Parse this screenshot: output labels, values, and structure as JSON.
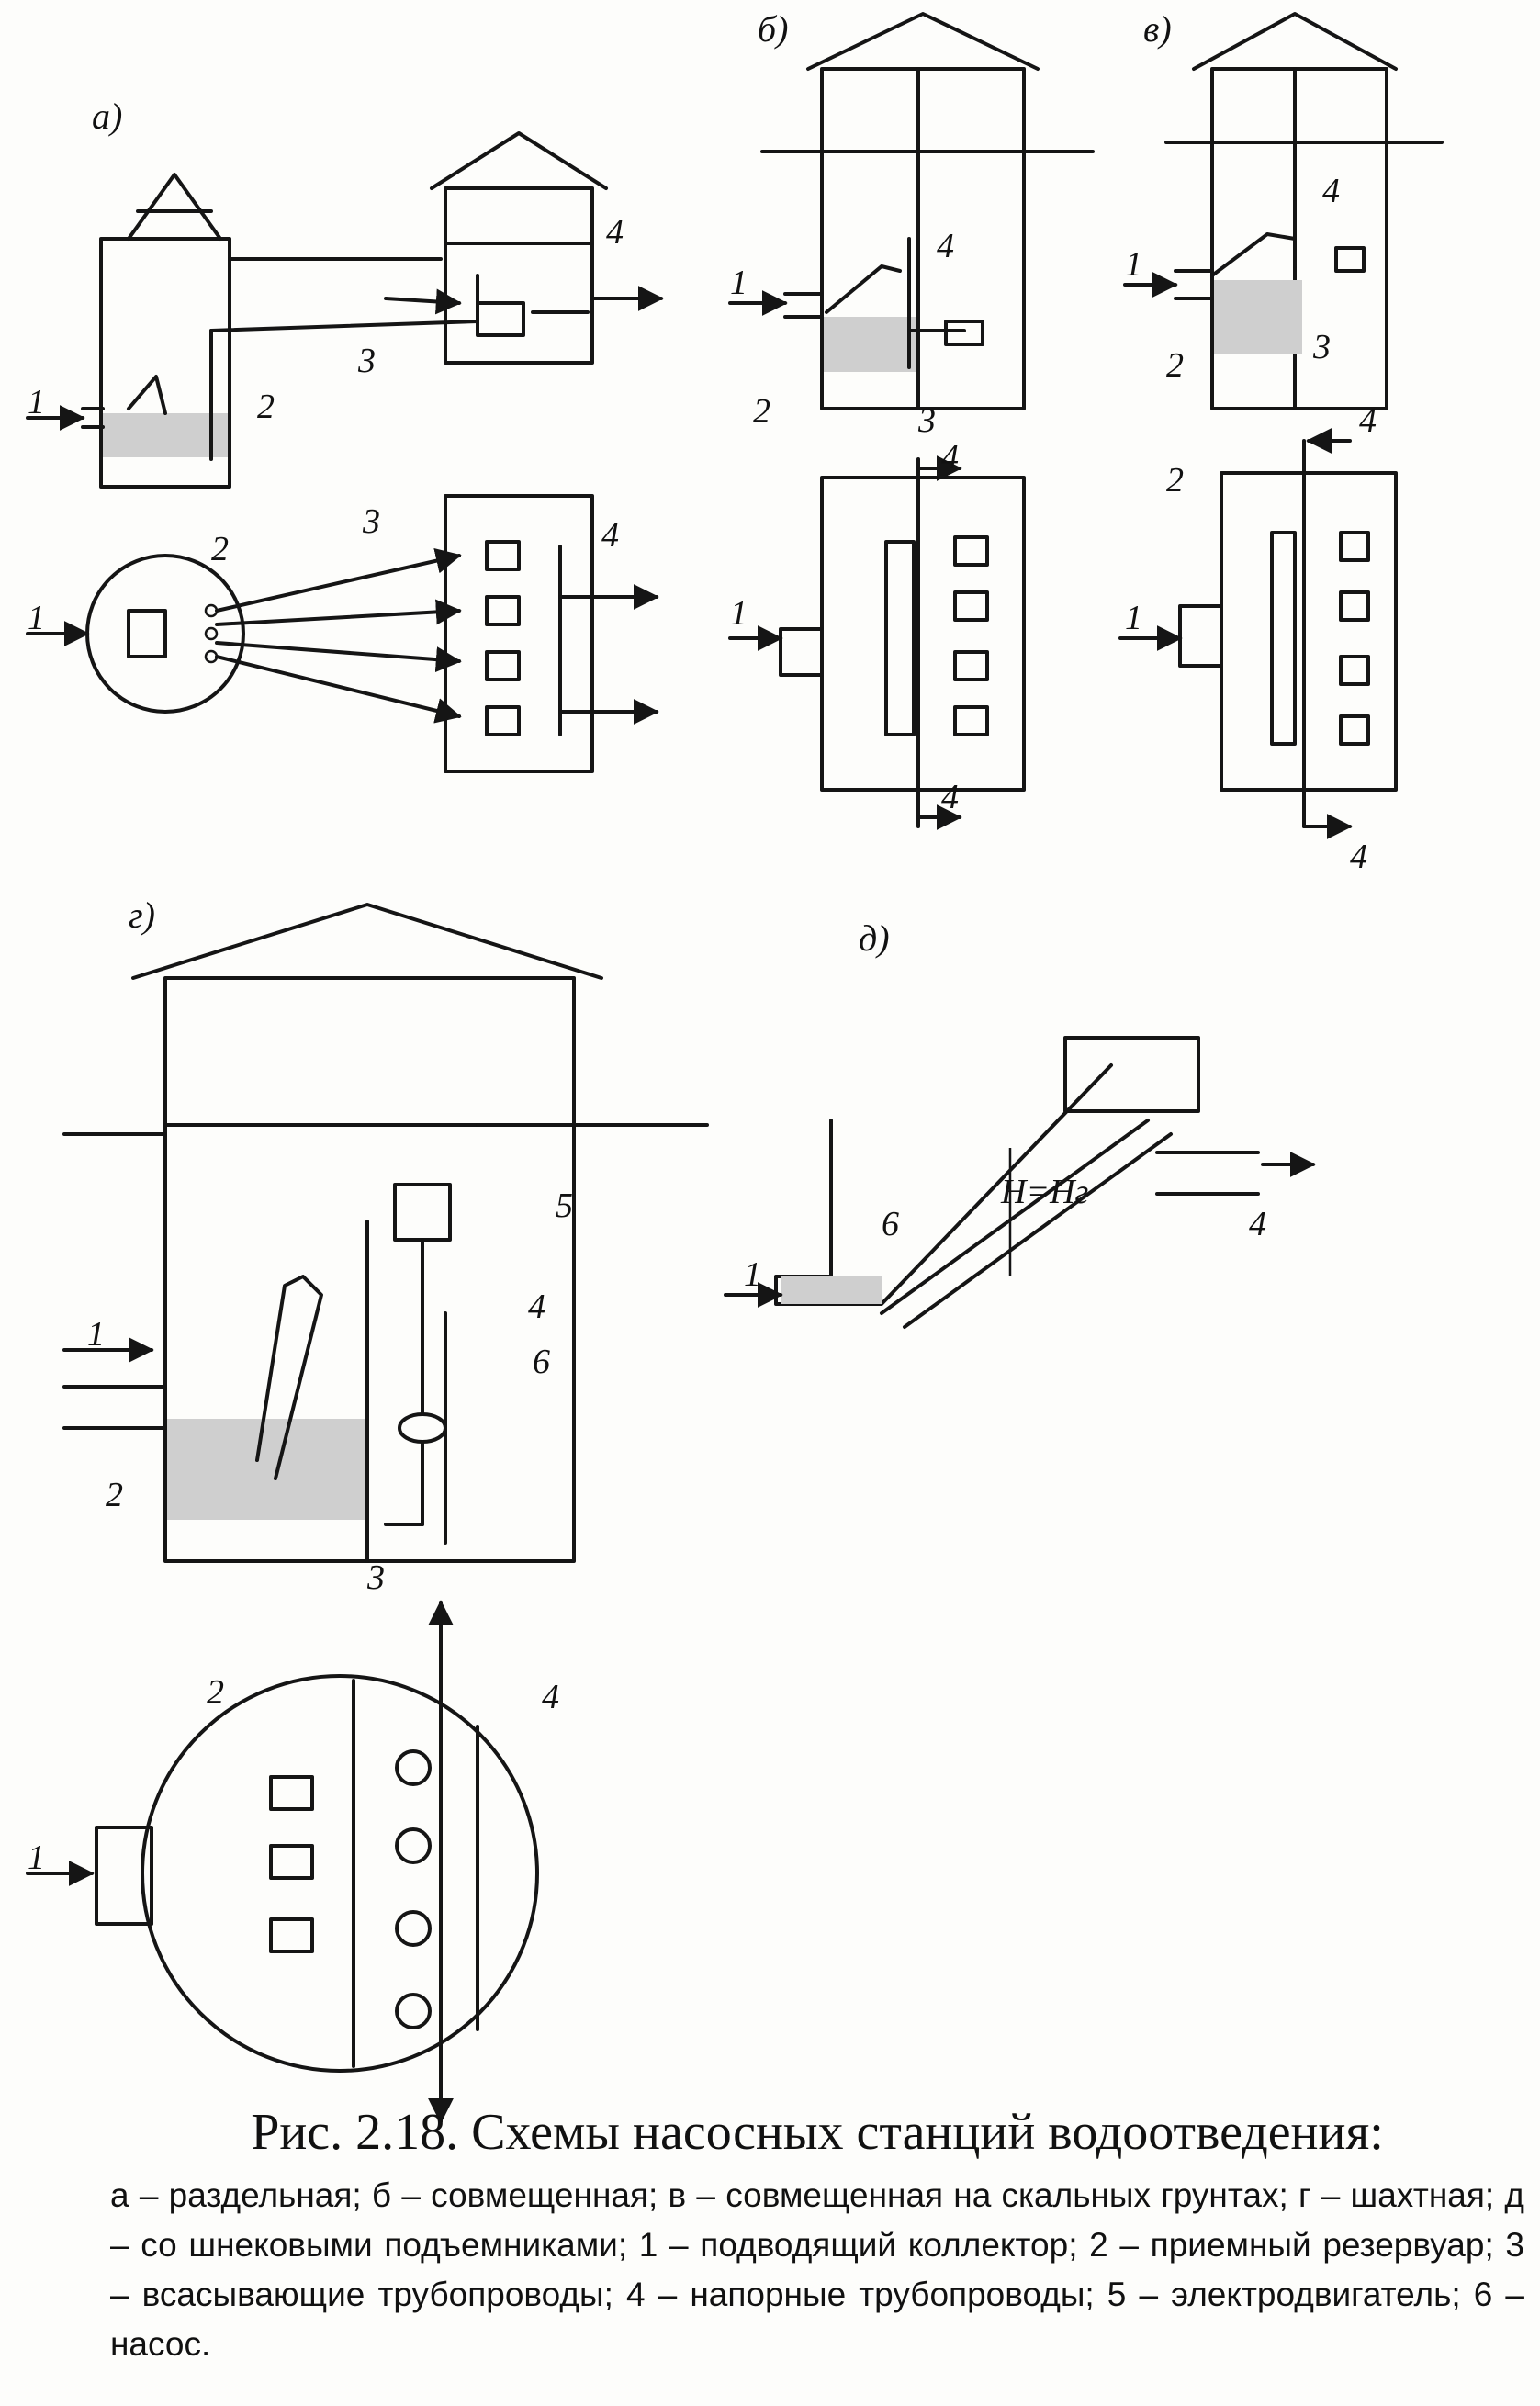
{
  "panels": {
    "a": {
      "letter": "а)"
    },
    "b": {
      "letter": "б)"
    },
    "v": {
      "letter": "в)"
    },
    "g": {
      "letter": "г)"
    },
    "d": {
      "letter": "д)"
    }
  },
  "part_numbers": [
    "1",
    "2",
    "3",
    "4",
    "5",
    "6"
  ],
  "height_label": "H=Hг",
  "caption": {
    "title": "Рис. 2.18. Схемы насосных станций водоотведения:",
    "text": "а – раздельная; б – совмещенная; в – совмещенная на скальных грунтах; г – шахтная; д – со шнековыми подъемниками; 1 – подводящий коллектор; 2 – приемный резервуар; 3 – всасывающие трубопроводы; 4 – напорные трубопроводы; 5 – электродвигатель; 6 – насос."
  }
}
